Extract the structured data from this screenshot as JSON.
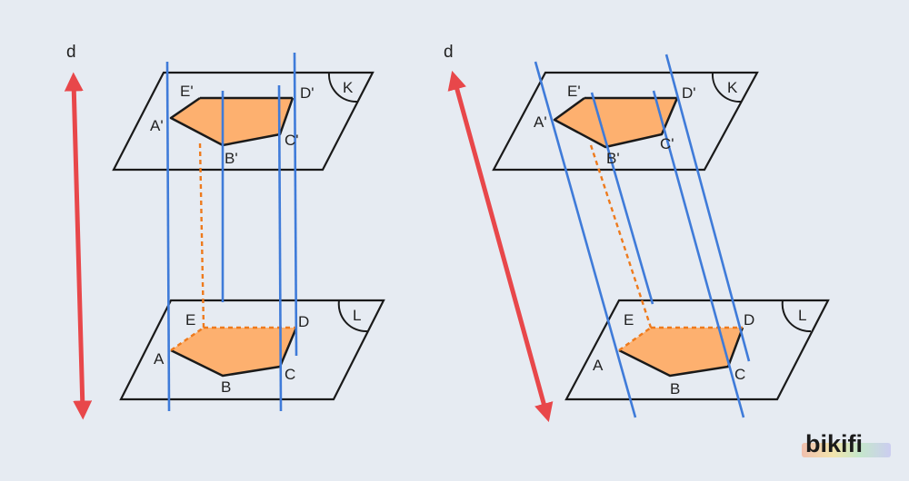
{
  "labels": {
    "direction": "d",
    "plane_top": "K",
    "plane_bottom": "L",
    "top_vertices": [
      "A'",
      "B'",
      "C'",
      "D'",
      "E'"
    ],
    "bottom_vertices": [
      "A",
      "B",
      "C",
      "D",
      "E"
    ]
  },
  "brand": {
    "name": "bikifi"
  },
  "colors": {
    "background": "#e6ebf2",
    "polygon_fill": "#fdb06f",
    "projection_lines": "#3f7bd9",
    "direction_arrow": "#e8474a",
    "dashed_edges": "#ee7a1c",
    "outline": "#1a1a1a"
  }
}
